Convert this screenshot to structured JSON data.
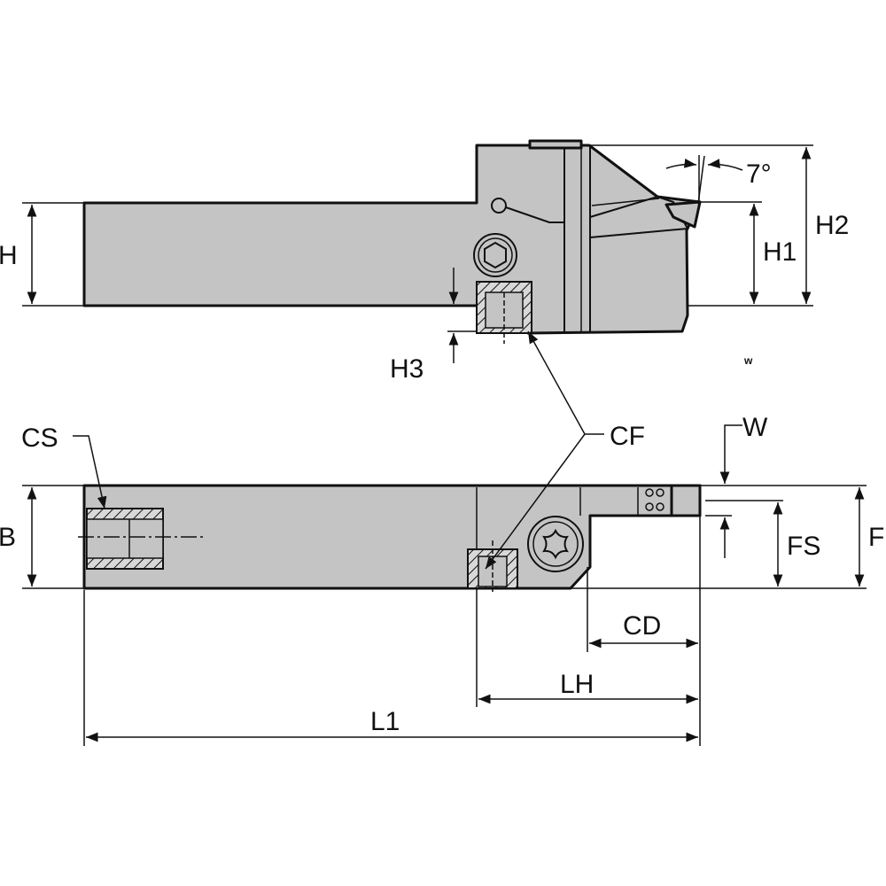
{
  "labels": {
    "H": "H",
    "H1": "H1",
    "H2": "H2",
    "H3": "H3",
    "angle": "7°",
    "small_mark": "w",
    "CS": "CS",
    "CF": "CF",
    "W": "W",
    "B": "B",
    "FS": "FS",
    "F": "F",
    "CD": "CD",
    "LH": "LH",
    "L1": "L1"
  },
  "colors": {
    "body": "#c4c4c4",
    "line": "#111111",
    "background": "#ffffff"
  }
}
